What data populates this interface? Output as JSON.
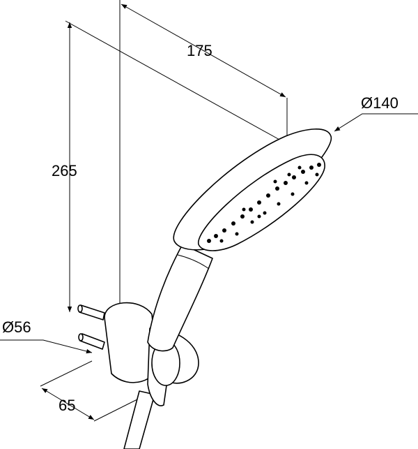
{
  "drawing": {
    "dimensions": {
      "head_reach": "175",
      "head_diameter": "Ø140",
      "height": "265",
      "holder_diameter": "Ø56",
      "holder_depth": "65"
    }
  }
}
